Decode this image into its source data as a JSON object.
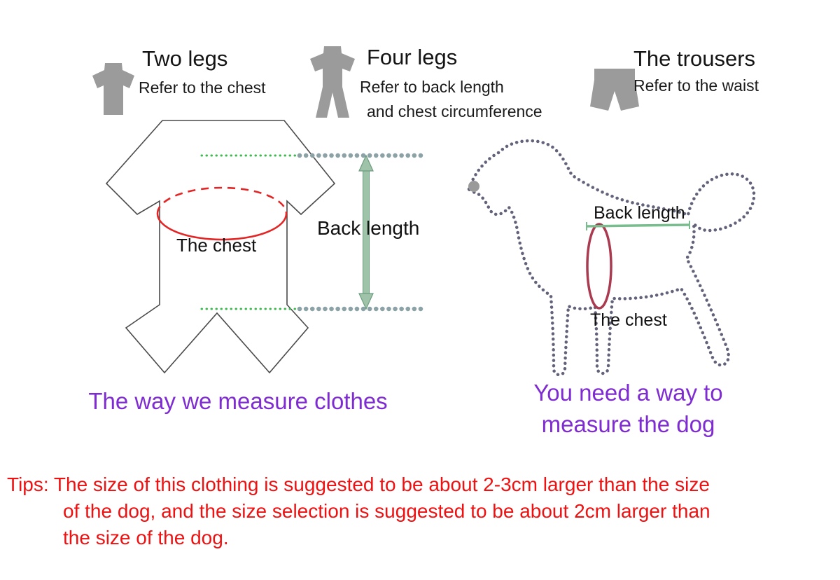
{
  "legend": {
    "items": [
      {
        "icon": "two-leg-garment-icon",
        "title": "Two legs",
        "line1": "Refer to the chest"
      },
      {
        "icon": "four-leg-garment-icon",
        "title": "Four legs",
        "line1": "Refer to back length",
        "line2": "and chest circumference"
      },
      {
        "icon": "trousers-icon",
        "title": "The trousers",
        "line1": "Refer to the waist"
      }
    ]
  },
  "clothes_diagram": {
    "chest_label": "The chest",
    "back_length_label": "Back length",
    "caption": "The way we measure clothes"
  },
  "dog_diagram": {
    "back_length_label": "Back length",
    "chest_label": "The chest",
    "caption_line1": "You need a way to",
    "caption_line2": "measure the dog"
  },
  "tips": {
    "line1": "Tips: The size of this clothing is suggested to be about 2-3cm larger than the size",
    "line2": "of the dog, and the size selection is suggested to be about 2cm larger than",
    "line3": "the size of the dog."
  },
  "colors": {
    "caption_purple": "#7e2bd1",
    "tips_red": "#ee1111",
    "icon_gray": "#9b9b9b",
    "measure_green_arrow": "#9fc3a8",
    "dotted_green": "#3db84e",
    "bead_chain": "#8ba2a6",
    "chest_ellipse_red": "#e42525",
    "dog_chest_ellipse": "#aa3a50",
    "dog_outline": "#62627a",
    "dog_back_line_green": "#79bd8e"
  }
}
